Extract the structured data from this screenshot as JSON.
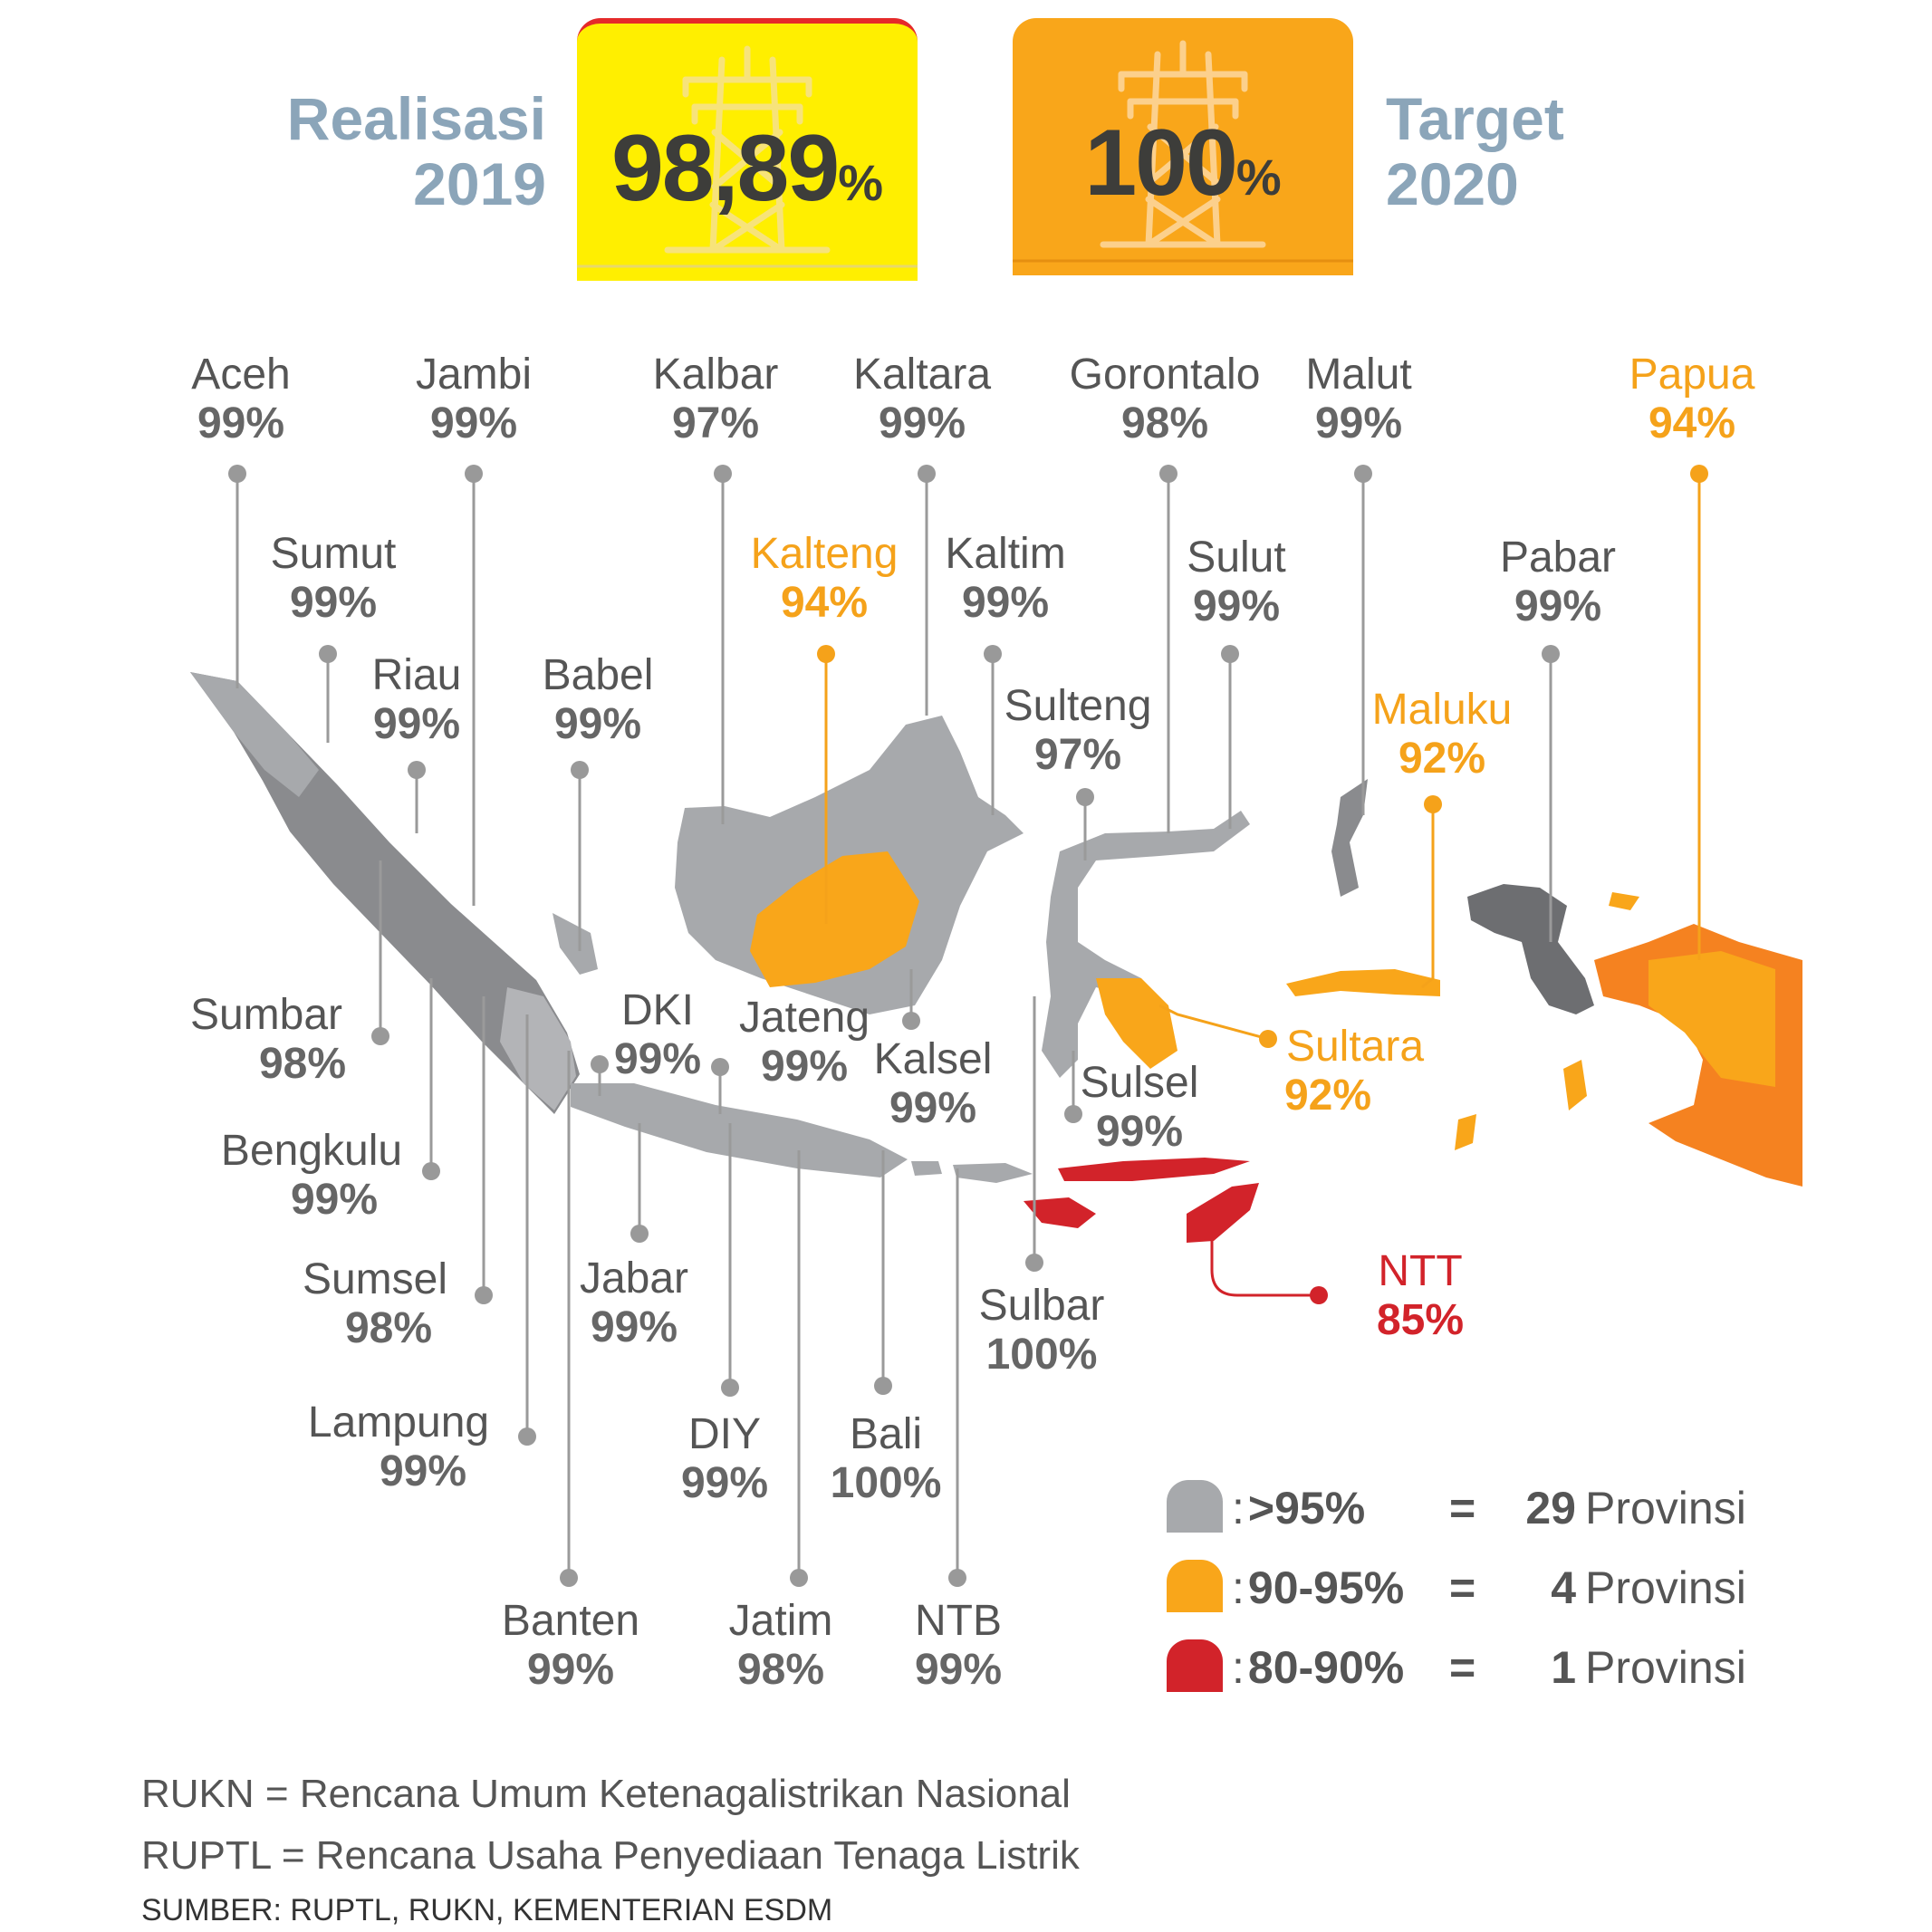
{
  "header": {
    "realisasi": {
      "label": "Realisasi",
      "year": "2019",
      "value": "98,89",
      "unit": "%",
      "box_color": "#ffef00"
    },
    "target": {
      "label": "Target",
      "year": "2020",
      "value": "100",
      "unit": "%",
      "box_color": "#f9a61a"
    }
  },
  "provinces": [
    {
      "id": "aceh",
      "name": "Aceh",
      "value": "99%",
      "tier": "gray"
    },
    {
      "id": "jambi",
      "name": "Jambi",
      "value": "99%",
      "tier": "gray"
    },
    {
      "id": "kalbar",
      "name": "Kalbar",
      "value": "97%",
      "tier": "gray"
    },
    {
      "id": "kaltara",
      "name": "Kaltara",
      "value": "99%",
      "tier": "gray"
    },
    {
      "id": "gorontalo",
      "name": "Gorontalo",
      "value": "98%",
      "tier": "gray"
    },
    {
      "id": "malut",
      "name": "Malut",
      "value": "99%",
      "tier": "gray"
    },
    {
      "id": "papua",
      "name": "Papua",
      "value": "94%",
      "tier": "orange"
    },
    {
      "id": "sumut",
      "name": "Sumut",
      "value": "99%",
      "tier": "gray"
    },
    {
      "id": "kalteng",
      "name": "Kalteng",
      "value": "94%",
      "tier": "orange"
    },
    {
      "id": "kaltim",
      "name": "Kaltim",
      "value": "99%",
      "tier": "gray"
    },
    {
      "id": "sulut",
      "name": "Sulut",
      "value": "99%",
      "tier": "gray"
    },
    {
      "id": "pabar",
      "name": "Pabar",
      "value": "99%",
      "tier": "gray"
    },
    {
      "id": "riau",
      "name": "Riau",
      "value": "99%",
      "tier": "gray"
    },
    {
      "id": "babel",
      "name": "Babel",
      "value": "99%",
      "tier": "gray"
    },
    {
      "id": "sulteng",
      "name": "Sulteng",
      "value": "97%",
      "tier": "gray"
    },
    {
      "id": "maluku",
      "name": "Maluku",
      "value": "92%",
      "tier": "orange"
    },
    {
      "id": "sumbar",
      "name": "Sumbar",
      "value": "98%",
      "tier": "gray"
    },
    {
      "id": "dki",
      "name": "DKI",
      "value": "99%",
      "tier": "gray"
    },
    {
      "id": "jateng",
      "name": "Jateng",
      "value": "99%",
      "tier": "gray"
    },
    {
      "id": "kalsel",
      "name": "Kalsel",
      "value": "99%",
      "tier": "gray"
    },
    {
      "id": "sultara",
      "name": "Sultara",
      "value": "92%",
      "tier": "orange"
    },
    {
      "id": "sulsel",
      "name": "Sulsel",
      "value": "99%",
      "tier": "gray"
    },
    {
      "id": "bengkulu",
      "name": "Bengkulu",
      "value": "99%",
      "tier": "gray"
    },
    {
      "id": "sumsel",
      "name": "Sumsel",
      "value": "98%",
      "tier": "gray"
    },
    {
      "id": "jabar",
      "name": "Jabar",
      "value": "99%",
      "tier": "gray"
    },
    {
      "id": "ntt",
      "name": "NTT",
      "value": "85%",
      "tier": "red"
    },
    {
      "id": "sulbar",
      "name": "Sulbar",
      "value": "100%",
      "tier": "gray"
    },
    {
      "id": "lampung",
      "name": "Lampung",
      "value": "99%",
      "tier": "gray"
    },
    {
      "id": "diy",
      "name": "DIY",
      "value": "99%",
      "tier": "gray"
    },
    {
      "id": "bali",
      "name": "Bali",
      "value": "100%",
      "tier": "gray"
    },
    {
      "id": "banten",
      "name": "Banten",
      "value": "99%",
      "tier": "gray"
    },
    {
      "id": "jatim",
      "name": "Jatim",
      "value": "98%",
      "tier": "gray"
    },
    {
      "id": "ntb",
      "name": "NTB",
      "value": "99%",
      "tier": "gray"
    }
  ],
  "legend": [
    {
      "range": ">95%",
      "equals": "=",
      "count": "29",
      "unit": "Provinsi",
      "color": "#a7a9ac"
    },
    {
      "range": "90-95%",
      "equals": "=",
      "count": "4",
      "unit": "Provinsi",
      "color": "#f9a61a"
    },
    {
      "range": "80-90%",
      "equals": "=",
      "count": "1",
      "unit": "Provinsi",
      "color": "#d2232a"
    }
  ],
  "footer": {
    "line1": "RUKN = Rencana Umum Ketenagalistrikan Nasional",
    "line2": "RUPTL = Rencana Usaha Penyediaan Tenaga Listrik",
    "source": "SUMBER: RUPTL, RUKN, KEMENTERIAN ESDM"
  },
  "colors": {
    "gray_region": "#a7a9ac",
    "dark_region": "#6d6e71",
    "orange_region": "#f9a61a",
    "red_region": "#d2232a",
    "header_text": "#8ba5b9"
  }
}
